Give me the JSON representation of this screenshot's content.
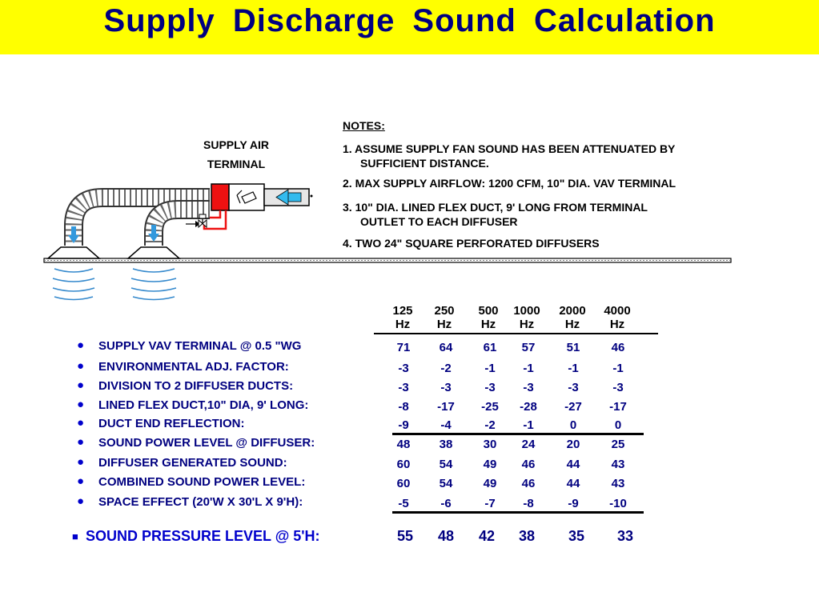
{
  "title": "Supply  Discharge  Sound  Calculation",
  "diagram": {
    "terminal_label_1": "SUPPLY  AIR",
    "terminal_label_2": "TERMINAL"
  },
  "notes": {
    "heading": "NOTES:",
    "lines": [
      "1.  ASSUME SUPPLY FAN SOUND HAS BEEN ATTENUATED BY",
      "SUFFICIENT DISTANCE.",
      "2. MAX SUPPLY AIRFLOW:  1200  CFM,  10\" DIA. VAV TERMINAL",
      "3. 10\" DIA. LINED FLEX DUCT, 9' LONG FROM TERMINAL",
      "OUTLET TO EACH DIFFUSER",
      "4.  TWO 24\" SQUARE PERFORATED DIFFUSERS"
    ]
  },
  "table": {
    "frequencies": [
      {
        "num": "125",
        "unit": "Hz"
      },
      {
        "num": "250",
        "unit": "Hz"
      },
      {
        "num": "500",
        "unit": "Hz"
      },
      {
        "num": "1000",
        "unit": "Hz"
      },
      {
        "num": "2000",
        "unit": "Hz"
      },
      {
        "num": "4000",
        "unit": "Hz"
      }
    ],
    "rows": [
      {
        "label": "SUPPLY  VAV  TERMINAL @ 0.5 \"WG",
        "values": [
          "71",
          "64",
          "61",
          "57",
          "51",
          "46"
        ]
      },
      {
        "label": "ENVIRONMENTAL  ADJ.  FACTOR:",
        "values": [
          "-3",
          "-2",
          "-1",
          "-1",
          "-1",
          "-1"
        ]
      },
      {
        "label": "DIVISION  TO  2  DIFFUSER  DUCTS:",
        "values": [
          "-3",
          "-3",
          "-3",
          "-3",
          "-3",
          "-3"
        ]
      },
      {
        "label": "LINED FLEX DUCT,10\" DIA, 9' LONG:",
        "values": [
          "-8",
          "-17",
          "-25",
          "-28",
          "-27",
          "-17"
        ]
      },
      {
        "label": "DUCT  END  REFLECTION:",
        "values": [
          "-9",
          "-4",
          "-2",
          "-1",
          "0",
          "0"
        ]
      },
      {
        "label": "SOUND POWER LEVEL @ DIFFUSER:",
        "values": [
          "48",
          "38",
          "30",
          "24",
          "20",
          "25"
        ]
      },
      {
        "label": "DIFFUSER GENERATED SOUND:",
        "values": [
          "60",
          "54",
          "49",
          "46",
          "44",
          "43"
        ]
      },
      {
        "label": "COMBINED SOUND POWER LEVEL:",
        "values": [
          "60",
          "54",
          "49",
          "46",
          "44",
          "43"
        ]
      },
      {
        "label": "SPACE  EFFECT  (20'W X 30'L X 9'H):",
        "values": [
          "-5",
          "-6",
          "-7",
          "-8",
          "-9",
          "-10"
        ]
      }
    ],
    "result": {
      "label": "SOUND  PRESSURE  LEVEL  @ 5'H:",
      "values": [
        "55",
        "48",
        "42",
        "38",
        "35",
        "33"
      ]
    }
  }
}
